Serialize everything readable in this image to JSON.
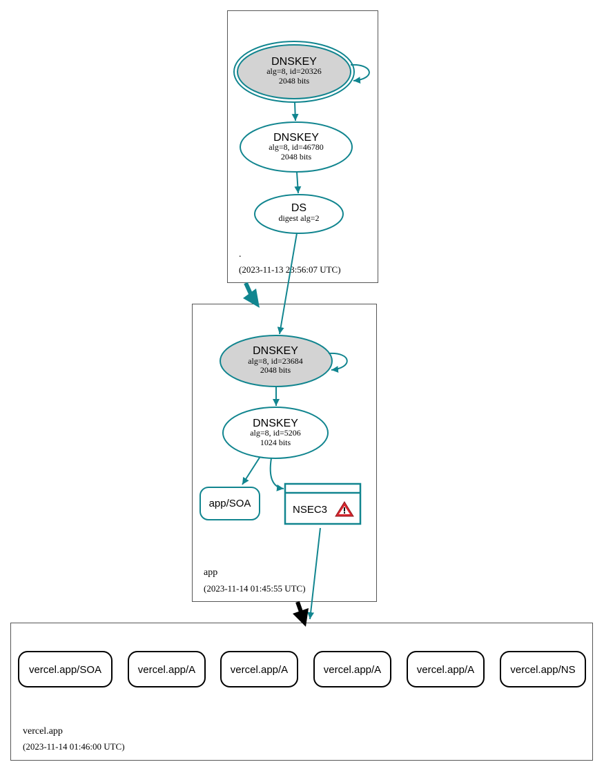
{
  "zones": {
    "root": {
      "name": ".",
      "timestamp": "(2023-11-13 23:56:07 UTC)"
    },
    "app": {
      "name": "app",
      "timestamp": "(2023-11-14 01:45:55 UTC)"
    },
    "vercel": {
      "name": "vercel.app",
      "timestamp": "(2023-11-14 01:46:00 UTC)"
    }
  },
  "root_nodes": {
    "ksk": {
      "title": "DNSKEY",
      "line1": "alg=8, id=20326",
      "line2": "2048 bits"
    },
    "zsk": {
      "title": "DNSKEY",
      "line1": "alg=8, id=46780",
      "line2": "2048 bits"
    },
    "ds": {
      "title": "DS",
      "line1": "digest alg=2"
    }
  },
  "app_nodes": {
    "ksk": {
      "title": "DNSKEY",
      "line1": "alg=8, id=23684",
      "line2": "2048 bits"
    },
    "zsk": {
      "title": "DNSKEY",
      "line1": "alg=8, id=5206",
      "line2": "1024 bits"
    },
    "soa": "app/SOA",
    "nsec3": "NSEC3"
  },
  "vercel_records": [
    "vercel.app/SOA",
    "vercel.app/A",
    "vercel.app/A",
    "vercel.app/A",
    "vercel.app/A",
    "vercel.app/NS"
  ],
  "colors": {
    "teal": "#11858f",
    "gray_fill": "#d3d3d3",
    "black": "#000000",
    "warning_red": "#d7262e"
  },
  "icons": {
    "warning": "warning-icon"
  }
}
